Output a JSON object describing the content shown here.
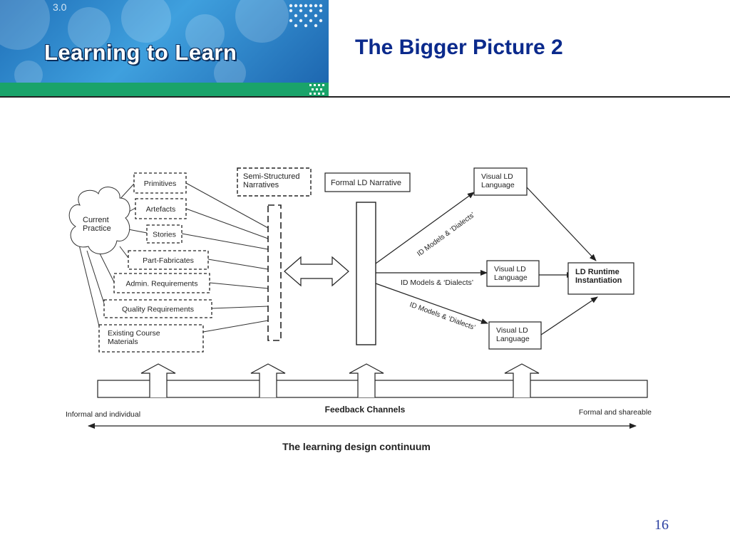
{
  "header": {
    "logo_text": "Learning to Learn",
    "version": "3.0",
    "title": "The Bigger Picture 2"
  },
  "diagram": {
    "cloud_label": [
      "Current",
      "Practice"
    ],
    "sources": [
      [
        "Primitives"
      ],
      [
        "Artefacts"
      ],
      [
        "Stories"
      ],
      [
        "Part-Fabricates"
      ],
      [
        "Admin. Requirements"
      ],
      [
        "Quality Requirements"
      ],
      [
        "Existing Course",
        "Materials"
      ]
    ],
    "semi_structured": [
      "Semi-Structured",
      "Narratives"
    ],
    "formal_narrative": "Formal LD Narrative",
    "id_models": "ID Models & ‘Dialects’",
    "visual_ld": [
      "Visual LD",
      "Language"
    ],
    "runtime": [
      "LD Runtime",
      "Instantiation"
    ],
    "feedback_channels": "Feedback Channels",
    "left_end": "Informal and individual",
    "right_end": "Formal and shareable",
    "continuum": "The learning design continuum"
  },
  "footer": {
    "page_number": "16"
  }
}
